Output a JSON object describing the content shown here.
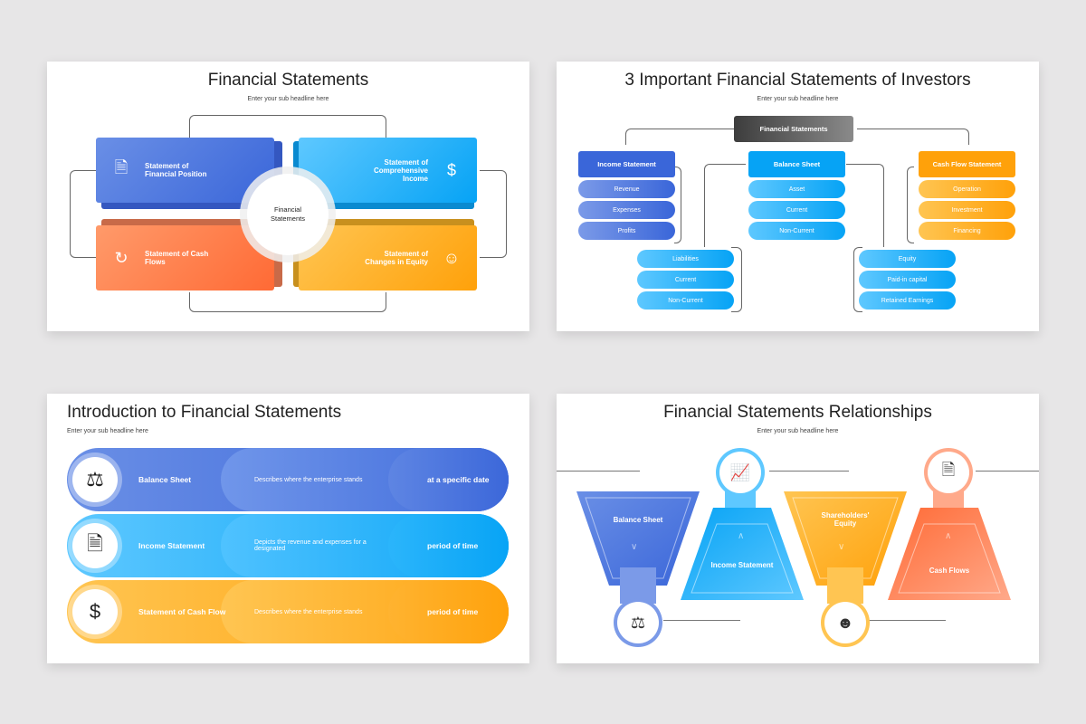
{
  "slides": [
    {
      "title": "Financial Statements",
      "subtitle": "Enter your sub headline here",
      "center": "Financial Statements",
      "quadrants": [
        {
          "label": "Statement of Financial Position",
          "icon": "report-icon",
          "color": "#4a73dd"
        },
        {
          "label": "Statement of Comprehensive Income",
          "icon": "money-bag-icon",
          "color": "#1eb0f8"
        },
        {
          "label": "Statement of Cash Flows",
          "icon": "cash-cycle-icon",
          "color": "#ff7a45"
        },
        {
          "label": "Statement of Changes in Equity",
          "icon": "investor-icon",
          "color": "#ffae25"
        }
      ]
    },
    {
      "title": "3 Important Financial Statements of Investors",
      "subtitle": "Enter your sub headline here",
      "root": "Financial Statements",
      "columns": [
        {
          "header": "Income Statement",
          "items": [
            "Revenue",
            "Expenses",
            "Profits"
          ],
          "color": "#3a66d9"
        },
        {
          "header": "Balance Sheet",
          "items": [
            "Asset",
            "Current",
            "Non-Current"
          ],
          "color": "#06a3f5",
          "liabilities": [
            "Liabilities",
            "Current",
            "Non-Current"
          ],
          "equity": [
            "Equity",
            "Paid-in capital",
            "Retained Earnings"
          ]
        },
        {
          "header": "Cash Flow Statement",
          "items": [
            "Operation",
            "Investment",
            "Financing"
          ],
          "color": "#ffa10a"
        }
      ]
    },
    {
      "title": "Introduction to Financial Statements",
      "subtitle": "Enter your sub headline here",
      "rows": [
        {
          "name": "Balance Sheet",
          "description": "Describes where the enterprise stands",
          "period": "at a specific date",
          "icon": "scale-icon"
        },
        {
          "name": "Income Statement",
          "description": "Depicts the revenue and expenses for a designated",
          "period": "period of time",
          "icon": "document-dollar-icon"
        },
        {
          "name": "Statement of Cash Flow",
          "description": "Describes where the enterprise stands",
          "period": "period of time",
          "icon": "cash-flow-icon"
        }
      ]
    },
    {
      "title": "Financial Statements Relationships",
      "subtitle": "Enter your sub headline here",
      "items": [
        {
          "label": "Balance Sheet",
          "icon": "balance-doc-icon",
          "color": "#4a73dd"
        },
        {
          "label": "Income Statement",
          "icon": "chart-doc-icon",
          "color": "#1eb0f8"
        },
        {
          "label": "Shareholders' Equity",
          "icon": "group-icon",
          "color": "#ffae25"
        },
        {
          "label": "Cash Flows",
          "icon": "cash-doc-icon",
          "color": "#ff7a45"
        }
      ]
    }
  ]
}
